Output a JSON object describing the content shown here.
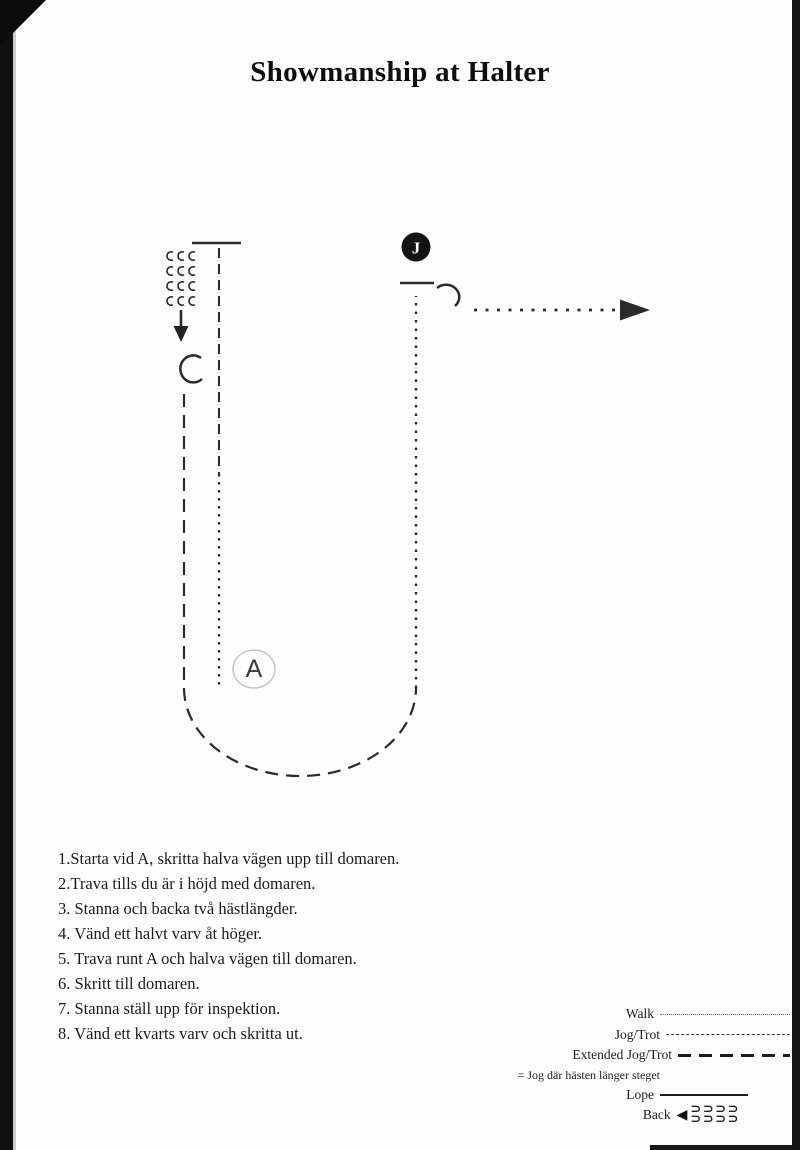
{
  "page": {
    "title": "Showmanship at Halter"
  },
  "diagram": {
    "judge_label": "J",
    "marker_a_label": "A"
  },
  "instructions": [
    "1.Starta vid A, skritta halva vägen upp till domaren.",
    "2.Trava tills du är i höjd med domaren.",
    "3. Stanna och backa två hästlängder.",
    "4. Vänd ett halvt varv åt höger.",
    "5. Trava runt A och halva vägen till domaren.",
    "6. Skritt till domaren.",
    "7. Stanna ställ upp för inspektion.",
    "8. Vänd ett kvarts varv och skritta ut."
  ],
  "legend": {
    "items": [
      {
        "label": "Walk",
        "style": "dotted"
      },
      {
        "label": "Jog/Trot",
        "style": "dashed"
      },
      {
        "label": "Extended Jog/Trot",
        "style": "long-dash"
      },
      {
        "label": "= Jog där hästen länger steget",
        "style": "note"
      },
      {
        "label": "Lope",
        "style": "solid"
      },
      {
        "label": "Back",
        "style": "back-marks"
      }
    ]
  },
  "icons": {
    "back_arrow": "◀",
    "hoof_marks_row1": "⊃⊃⊃⊃",
    "hoof_marks_row2": "⊃⊃⊃⊃"
  },
  "colors": {
    "ink": "#2a2a2a",
    "scan_edge": "#101010",
    "judge_fill": "#131313",
    "marker_a_circle": "#c6c6c6"
  }
}
